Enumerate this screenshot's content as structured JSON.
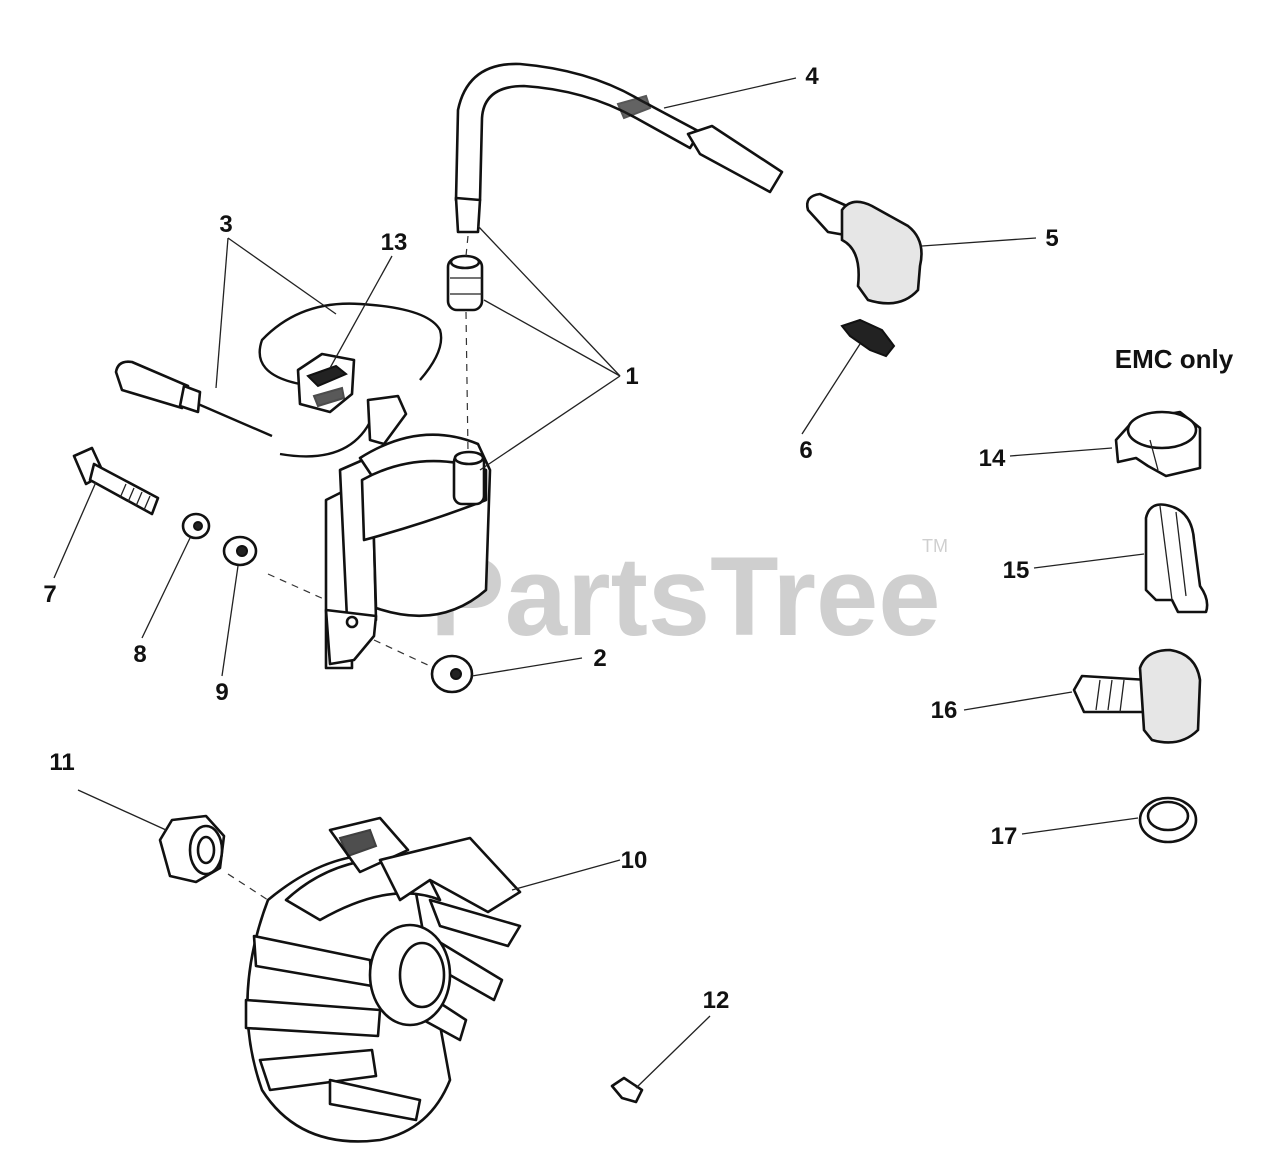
{
  "watermark": {
    "brand": "PartsTree",
    "trademark": "TM"
  },
  "note": "EMC only",
  "callouts": [
    "1",
    "2",
    "3",
    "4",
    "5",
    "6",
    "7",
    "8",
    "9",
    "10",
    "11",
    "12",
    "13",
    "14",
    "15",
    "16",
    "17"
  ]
}
